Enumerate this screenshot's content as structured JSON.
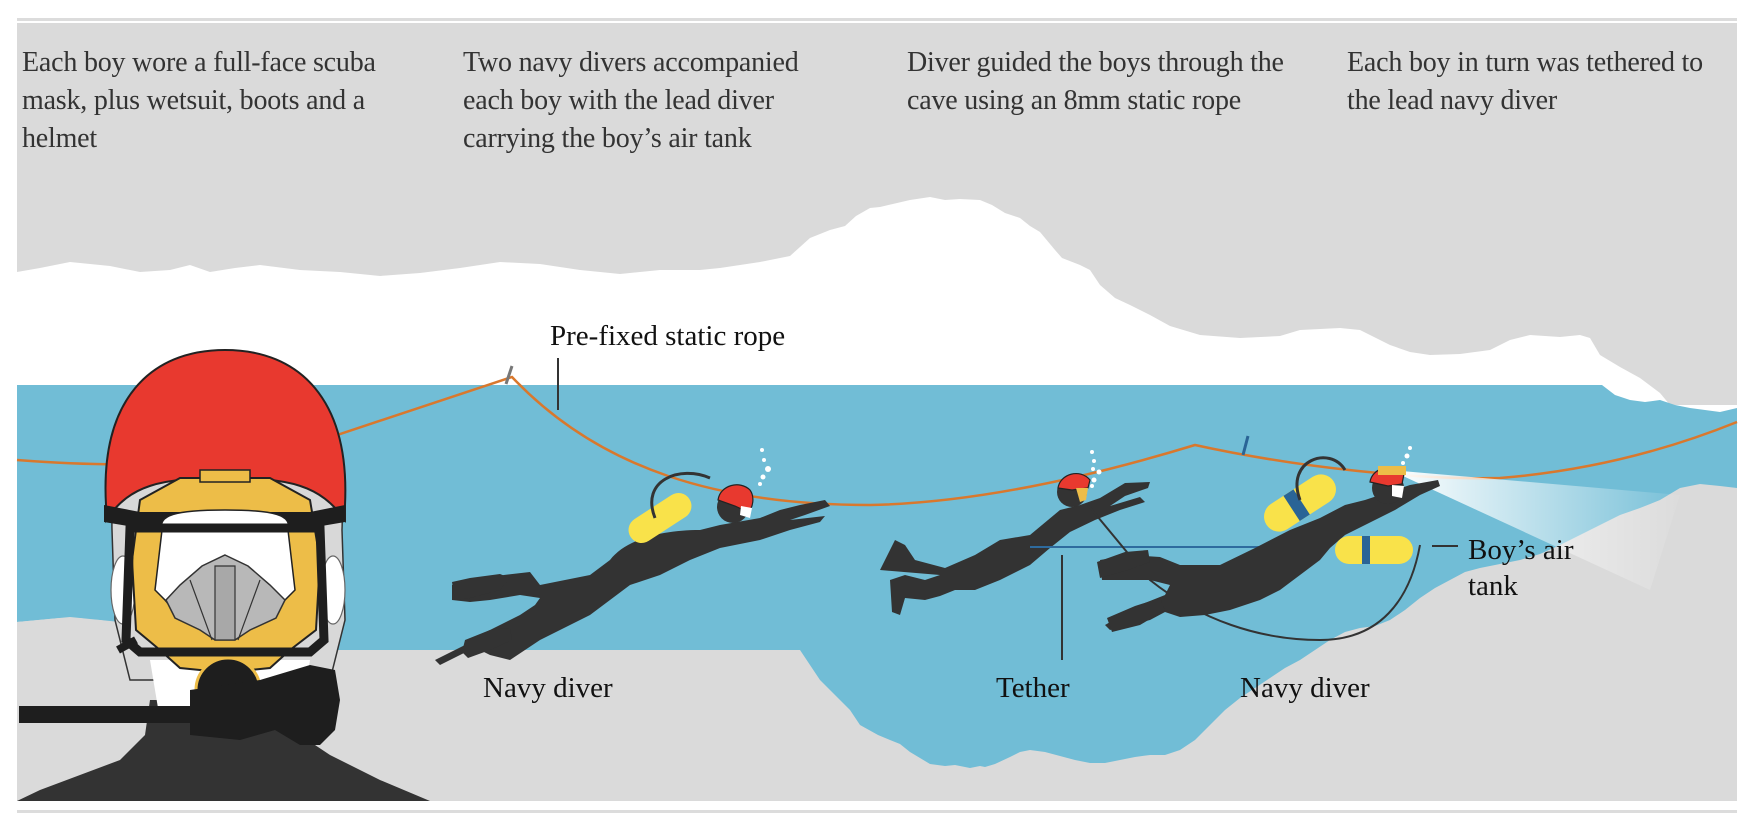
{
  "colors": {
    "rock": "#dadada",
    "water": "#71bdd6",
    "air": "#ffffff",
    "rope": "#d9782d",
    "tether": "#2e6b9e",
    "helmet": "#e8392f",
    "mask_frame": "#edbd48",
    "tank": "#f9e24a",
    "tank_band": "#2a6496",
    "suit": "#333333",
    "text": "#333333"
  },
  "captions": [
    {
      "text": "Each boy wore a full-face scuba mask, plus wetsuit, boots and a helmet"
    },
    {
      "text": "Two navy divers accompanied each boy with the lead diver carrying the boy’s air tank"
    },
    {
      "text": "Diver guided the boys through the cave using an 8mm static rope"
    },
    {
      "text": "Each boy in turn was tethered to the lead navy diver"
    }
  ],
  "labels": {
    "rope": "Pre-fixed static rope",
    "navy_diver_rear": "Navy diver",
    "tether": "Tether",
    "navy_diver_lead": "Navy diver",
    "boys_air_tank": "Boy’s air tank"
  },
  "figures": {
    "boy_mask_closeup": "full-face-mask-boy",
    "rear_diver": "navy-diver-silhouette",
    "boy": "boy-silhouette",
    "lead_diver": "lead-navy-diver-silhouette"
  }
}
